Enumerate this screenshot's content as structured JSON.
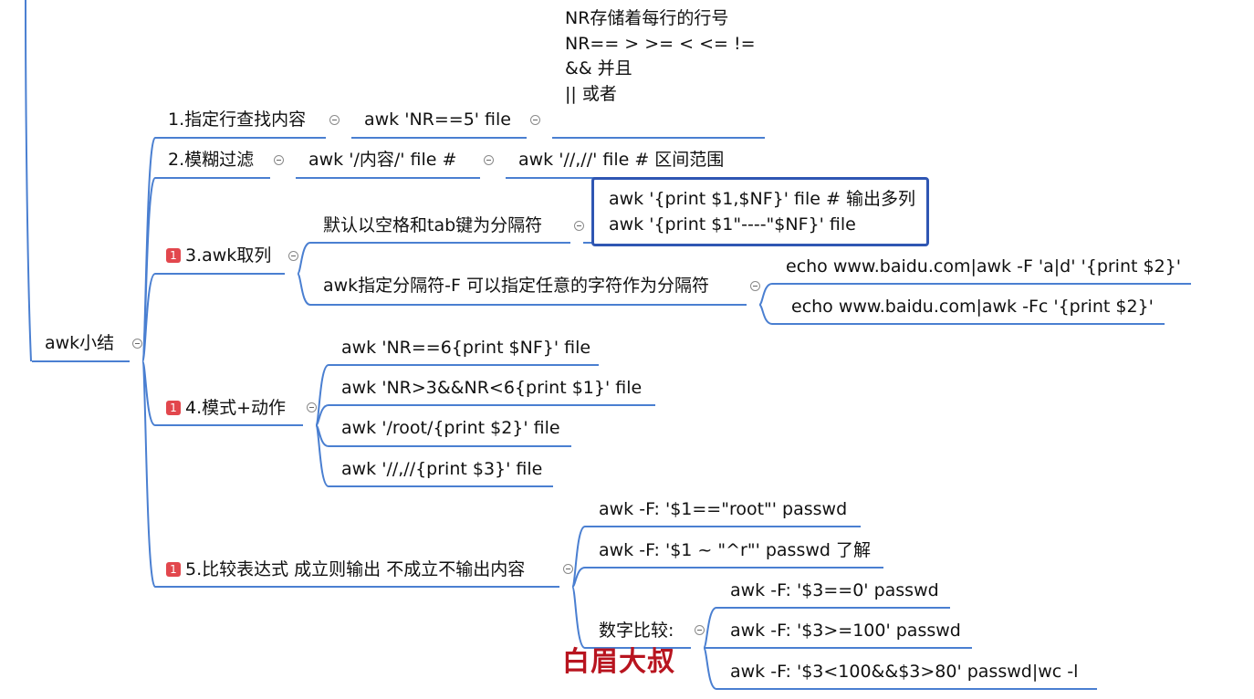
{
  "root": {
    "label": "awk小结"
  },
  "branches": {
    "b1": {
      "label": "1.指定行查找内容",
      "priority": "",
      "child": "awk 'NR==5' file"
    },
    "b2": {
      "label": "2.模糊过滤",
      "priority": "",
      "child": "awk '/内容/' file #",
      "grandchild": "awk '//,//' file # 区间范围"
    },
    "b3": {
      "label": "3.awk取列",
      "priority": "1",
      "sub1": {
        "label": "默认以空格和tab键为分隔符",
        "lines": [
          "awk '{print $1,$NF}' file # 输出多列",
          "awk '{print $1\"----\"$NF}' file"
        ]
      },
      "sub2": {
        "label": "awk指定分隔符-F 可以指定任意的字符作为分隔符",
        "children": [
          "echo www.baidu.com|awk -F 'a|d' '{print $2}'",
          "echo www.baidu.com|awk -Fc '{print $2}'"
        ]
      }
    },
    "b4": {
      "label": "4.模式+动作",
      "priority": "1",
      "children": [
        "awk 'NR==6{print $NF}' file",
        "awk 'NR>3&&NR<6{print $1}' file",
        "awk '/root/{print $2}' file",
        "awk '//,//{print $3}' file"
      ]
    },
    "b5": {
      "label": "5.比较表达式 成立则输出 不成立不输出内容",
      "priority": "1",
      "children": [
        "awk -F: '$1==\"root\"' passwd",
        "awk -F: '$1 ~ \"^r\"' passwd 了解"
      ],
      "numeric": {
        "label": "数字比较:",
        "children": [
          "awk -F: '$3==0' passwd",
          "awk -F: '$3>=100' passwd",
          "awk -F: '$3<100&&$3>80' passwd|wc -l"
        ]
      }
    }
  },
  "note": {
    "lines": [
      "NR存储着每行的行号",
      "NR== > >= < <= !=",
      "&& 并且",
      "|| 或者"
    ]
  },
  "watermark": "白眉大叔",
  "colors": {
    "line": "#4a7fd1",
    "selection": "#2f56b3",
    "priority": "#e2474d",
    "watermark": "#b8141f"
  }
}
